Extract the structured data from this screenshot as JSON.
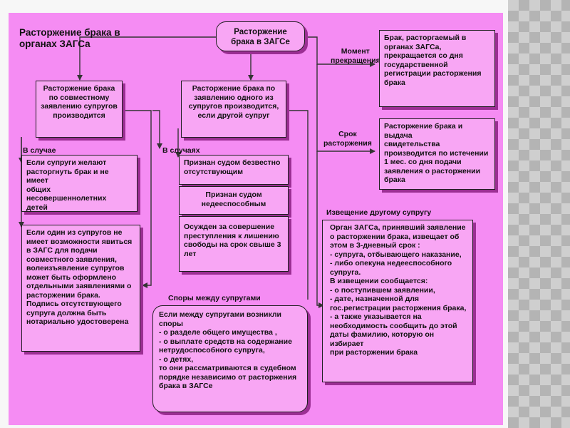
{
  "title": [
    "Расторжение брака в",
    "органах ЗАГСа"
  ],
  "top_node": [
    "Расторжение",
    "брака в ЗАГСе"
  ],
  "labels": {
    "moment": [
      "Момент",
      "прекращения"
    ],
    "period": [
      "Срок",
      "расторжения"
    ],
    "in_case": "В случае",
    "in_cases": "В случаях",
    "disputes": "Споры между супругами",
    "notice": "Извещение другому супругу"
  },
  "boxes": {
    "joint": [
      "Расторжение брака",
      "по совместному",
      "заявлению супругов",
      "производится"
    ],
    "one_spouse": [
      "Расторжение брака по",
      "заявлению одного из",
      "супругов производится,",
      "если другой супруг"
    ],
    "no_children": [
      "Если супруги желают",
      "расторгнуть брак и не имеет",
      "общих несовершеннолетних",
      "детей"
    ],
    "one_cannot": [
      "Если один из супругов не",
      "имеет возможности явиться",
      "в ЗАГС для подачи",
      "совместного заявления,",
      "волеизъявление супругов",
      "может быть оформлено",
      "отдельными заявлениями о",
      "расторжении брака.",
      "Подпись отсутствующего",
      "супруга должна быть",
      "нотариально удостоверена"
    ],
    "missing": [
      "Признан судом безвестно",
      "отсутствующим"
    ],
    "incapable": [
      "Признан судом",
      "недееспособным"
    ],
    "convicted": [
      "Осужден за совершение",
      "преступления  к лишению",
      "свободы на срок свыше 3",
      "лет"
    ],
    "moment_text": [
      "Брак, расторгаемый в",
      "органах ЗАГСа,",
      "прекращается со дня",
      "государственной",
      "регистрации расторжения",
      "брака"
    ],
    "period_text": [
      "Расторжение брака и выдача",
      "свидетельства",
      "производится по истечении",
      "1 мес. со дня подачи",
      "заявления о расторжении",
      "брака"
    ],
    "disputes_text": [
      "Если между супругами возникли",
      "споры",
      "- о разделе общего имущества ,",
      "- о выплате средств на содержание",
      "нетрудоспособного супруга,",
      "- о детях,",
      "то они рассматриваются в судебном",
      "порядке независимо от расторжения",
      "брака в ЗАГСе"
    ],
    "notice_text": [
      "Орган ЗАГСа, принявший заявление",
      "о расторжении брака, извещает об",
      "этом в 3-дневный срок :",
      "- супруга, отбывающего наказание,",
      "- либо опекуна недееспособного",
      "супруга.",
      "В извещении сообщается:",
      "- о поступившем заявлении,",
      "- дате, назначенной для",
      "гос.регистрации расторжения брака,",
      "- а также указывается на",
      "необходимость сообщить до этой",
      "даты фамилию, которую он избирает",
      "при расторжении брака"
    ]
  }
}
